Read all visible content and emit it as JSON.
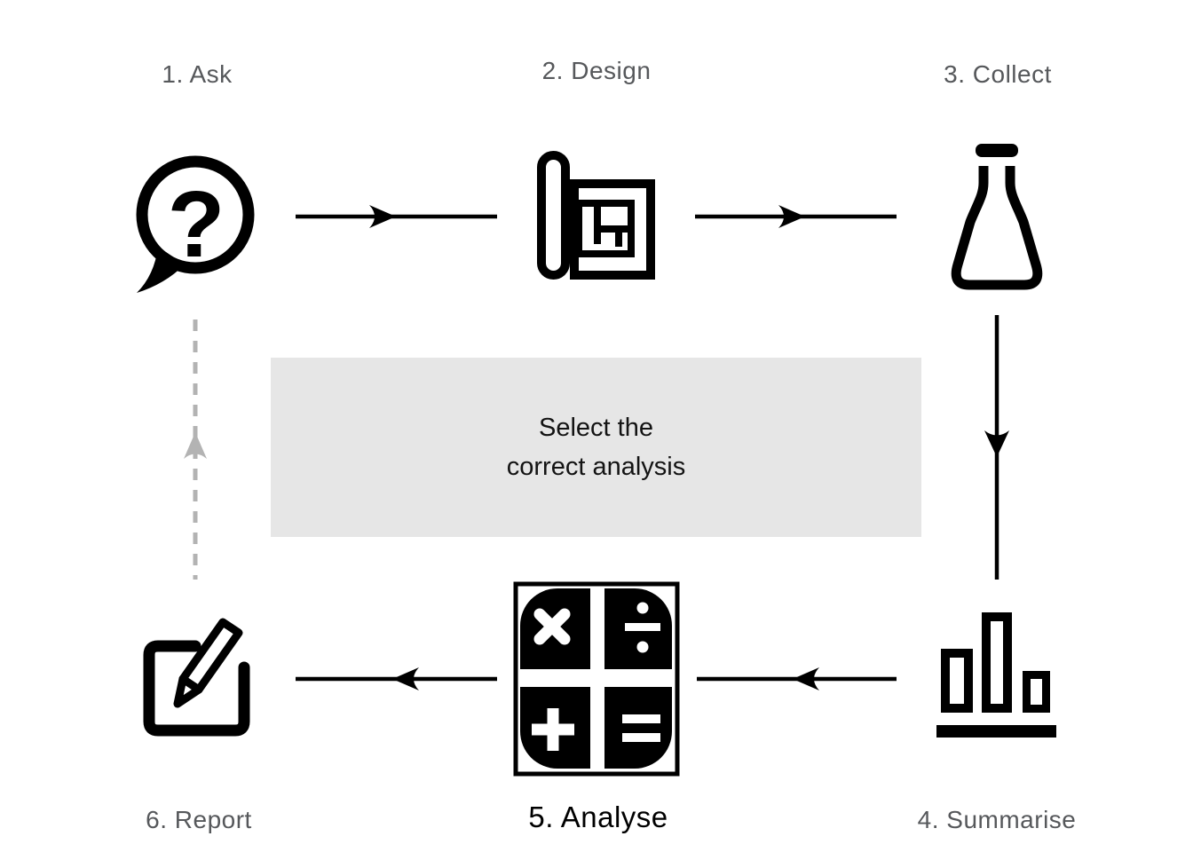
{
  "colors": {
    "background": "#ffffff",
    "ink": "#000000",
    "label_gray": "#56585b",
    "note_bg": "#e6e6e6",
    "note_text": "#131313",
    "dotted_gray": "#b3b3b3"
  },
  "note": {
    "line1": "Select the",
    "line2": "correct analysis"
  },
  "steps": [
    {
      "label": "1. Ask",
      "icon": "speech-bubble-question-icon"
    },
    {
      "label": "2. Design",
      "icon": "blueprint-plan-icon"
    },
    {
      "label": "3. Collect",
      "icon": "flask-icon"
    },
    {
      "label": "4. Summarise",
      "icon": "bar-chart-icon"
    },
    {
      "label": "5. Analyse",
      "icon": "calculator-icon"
    },
    {
      "label": "6. Report",
      "icon": "write-report-icon"
    }
  ],
  "glyphs": {
    "question_mark": "?"
  },
  "arrows": [
    {
      "from": "1. Ask",
      "to": "2. Design",
      "style": "solid",
      "direction": "right"
    },
    {
      "from": "2. Design",
      "to": "3. Collect",
      "style": "solid",
      "direction": "right"
    },
    {
      "from": "3. Collect",
      "to": "4. Summarise",
      "style": "solid",
      "direction": "down"
    },
    {
      "from": "4. Summarise",
      "to": "5. Analyse",
      "style": "solid",
      "direction": "left"
    },
    {
      "from": "5. Analyse",
      "to": "6. Report",
      "style": "solid",
      "direction": "left"
    },
    {
      "from": "6. Report",
      "to": "1. Ask",
      "style": "dotted",
      "direction": "up"
    }
  ]
}
